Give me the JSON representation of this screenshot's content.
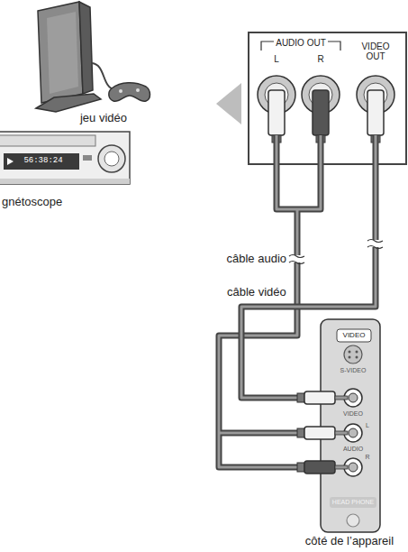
{
  "diagram": {
    "labels": [
      "jeu vidéo",
      "56:38:24",
      "gnétoscope",
      "AUDIO OUT",
      "L",
      "R",
      "VIDEO OUT",
      "câble audio",
      "câble vidéo",
      "VIDEO",
      "S-VIDEO",
      "VIDEO",
      "L",
      "AUDIO",
      "R",
      "HEAD PHONE",
      "côté de l’appareil"
    ]
  }
}
